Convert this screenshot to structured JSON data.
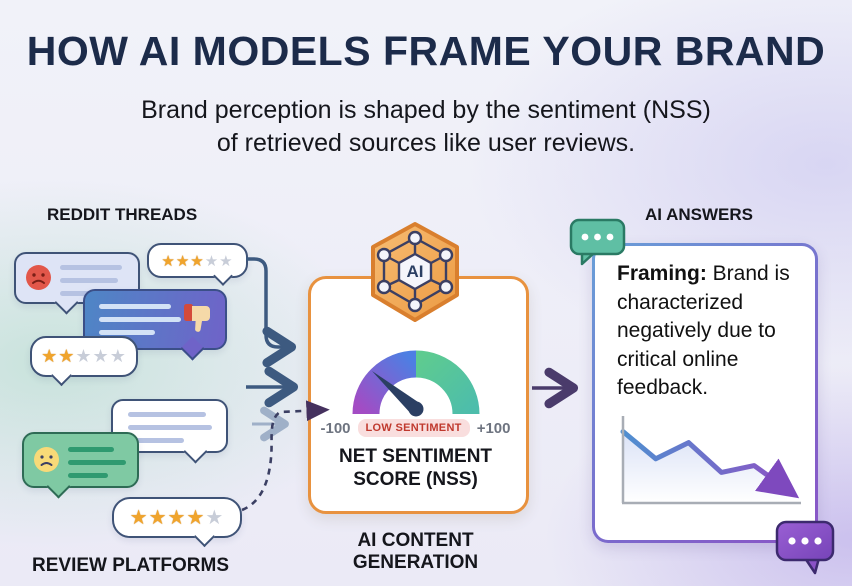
{
  "title": "HOW AI MODELS FRAME YOUR BRAND",
  "subtitle_line1": "Brand perception is shaped by the sentiment (NSS)",
  "subtitle_line2": "of retrieved sources like user reviews.",
  "sources": {
    "reddit_label": "REDDIT THREADS",
    "review_label": "REVIEW PLATFORMS",
    "ratings": {
      "r3": {
        "filled": "★★★",
        "empty": "★★"
      },
      "r2": {
        "filled": "★★",
        "empty": "★★★"
      },
      "r4": {
        "filled": "★★★★",
        "empty": "★"
      }
    },
    "icons": [
      "sad-face-icon",
      "thumbs-down-icon",
      "star-rating-icon"
    ]
  },
  "nss": {
    "ai_badge": "AI",
    "min_label": "-100",
    "max_label": "+100",
    "status_label": "LOW SENTIMENT",
    "title_line1": "NET SENTIMENT",
    "title_line2": "SCORE (NSS)",
    "caption_line1": "AI CONTENT",
    "caption_line2": "GENERATION"
  },
  "answers": {
    "label": "AI ANSWERS",
    "framing_label": "Framing:",
    "framing_body": " Brand is characterized negatively due to critical online feedback."
  },
  "chart_data": [
    {
      "type": "gauge",
      "title": "NET SENTIMENT SCORE (NSS)",
      "min": -100,
      "max": 100,
      "needle_value": -55,
      "status": "LOW SENTIMENT",
      "band_colors": [
        "#a34cc4",
        "#4d7fe3",
        "#5ecb90",
        "#4dbdab"
      ]
    },
    {
      "type": "line",
      "title": "",
      "xlabel": "",
      "ylabel": "",
      "x": [
        0,
        1,
        2,
        3,
        4,
        5
      ],
      "y": [
        84,
        52,
        71,
        36,
        44,
        16
      ],
      "ylim": [
        0,
        100
      ],
      "trend": "declining",
      "annotations": [
        "downward arrow at end"
      ],
      "grid": false,
      "legend": "none"
    }
  ],
  "colors": {
    "title_navy": "#1c2b4a",
    "card_orange": "#e8923f",
    "arrow_navy": "#3d5a80",
    "arrow_purple": "#4a3b6b",
    "teal_bubble": "#5fbfa4",
    "purple_bubble": "#8a55c6",
    "gold_star": "#f0a42c",
    "low_sentiment_red": "#c0392e"
  }
}
